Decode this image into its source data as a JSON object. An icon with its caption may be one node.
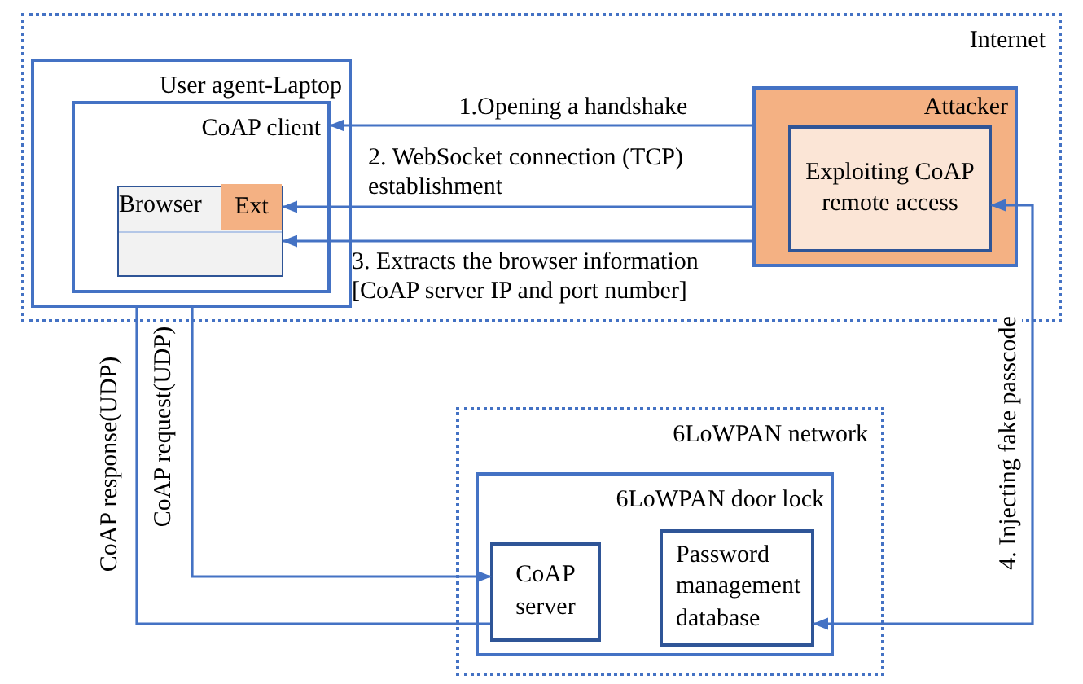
{
  "diagram": {
    "nodes": [
      {
        "text": [
          "Internet"
        ]
      },
      {
        "text": [
          "User agent-Laptop"
        ],
        "in": 0
      },
      {
        "text": [
          "CoAP client"
        ],
        "in": 1
      },
      {
        "text": [
          "Browser"
        ],
        "in": 2
      },
      {
        "text": [
          "Ext"
        ],
        "in": 3
      },
      {
        "text": [
          "Attacker"
        ],
        "in": 0
      },
      {
        "text": [
          "Exploiting CoAP remote access"
        ],
        "in": 5
      },
      {
        "text": [
          "6LoWPAN network"
        ]
      },
      {
        "text": [
          "6LoWPAN door lock"
        ],
        "in": 7
      },
      {
        "text": [
          "CoAP server"
        ],
        "in": 8
      },
      {
        "text": [
          "Password management database"
        ],
        "in": 8
      }
    ],
    "edges": [
      {
        "from": 5,
        "to": 2,
        "arrow": "to",
        "label": "1.Opening a handshake"
      },
      {
        "from": 5,
        "to": 4,
        "arrow": "to",
        "label": "2. WebSocket connection (TCP) establishment"
      },
      {
        "from": 5,
        "to": 3,
        "arrow": "to",
        "label": "3. Extracts the browser information [CoAP server IP and port number]"
      },
      {
        "from": 1,
        "to": 9,
        "arrow": "to",
        "label": "CoAP request(UDP)"
      },
      {
        "from": 9,
        "to": 1,
        "arrow": "none",
        "label": "CoAP response(UDP)"
      },
      {
        "from": 6,
        "to": 10,
        "arrow": "both",
        "label": "4. Injecting fake passcode"
      }
    ]
  }
}
